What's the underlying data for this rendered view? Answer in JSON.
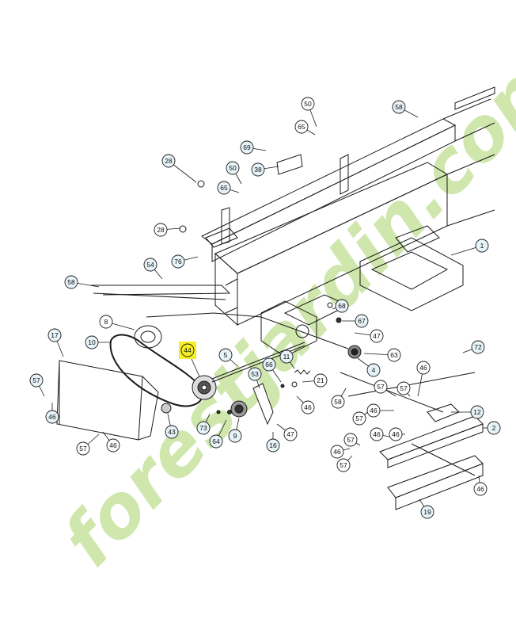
{
  "watermark": {
    "text": "forestjardin.com",
    "color_green": "#a8d26a",
    "color_orange": "#e9a545",
    "color_gray": "#d7d0c4"
  },
  "colors": {
    "line": "#1a1a1a",
    "plain_fill": "#ffffff",
    "highlight_fill": "#f7ef23",
    "blue_fill": "#e6f3f8",
    "teal_fill": "#dff0f0"
  },
  "parts": [
    {
      "label": "50",
      "style": "plain"
    },
    {
      "label": "58",
      "style": "blue"
    },
    {
      "label": "65",
      "style": "plain"
    },
    {
      "label": "69",
      "style": "blue"
    },
    {
      "label": "28",
      "style": "blue"
    },
    {
      "label": "50",
      "style": "blue"
    },
    {
      "label": "38",
      "style": "blue"
    },
    {
      "label": "65",
      "style": "blue"
    },
    {
      "label": "28",
      "style": "plain"
    },
    {
      "label": "1",
      "style": "blue"
    },
    {
      "label": "54",
      "style": "blue"
    },
    {
      "label": "76",
      "style": "blue"
    },
    {
      "label": "58",
      "style": "blue"
    },
    {
      "label": "68",
      "style": "blue"
    },
    {
      "label": "67",
      "style": "blue"
    },
    {
      "label": "47",
      "style": "plain"
    },
    {
      "label": "8",
      "style": "plain"
    },
    {
      "label": "17",
      "style": "blue"
    },
    {
      "label": "10",
      "style": "blue"
    },
    {
      "label": "44",
      "style": "highlight"
    },
    {
      "label": "5",
      "style": "blue"
    },
    {
      "label": "11",
      "style": "blue"
    },
    {
      "label": "72",
      "style": "blue"
    },
    {
      "label": "63",
      "style": "plain"
    },
    {
      "label": "66",
      "style": "blue"
    },
    {
      "label": "53",
      "style": "blue"
    },
    {
      "label": "4",
      "style": "blue"
    },
    {
      "label": "21",
      "style": "plain"
    },
    {
      "label": "46",
      "style": "plain"
    },
    {
      "label": "57",
      "style": "blue"
    },
    {
      "label": "57",
      "style": "plain"
    },
    {
      "label": "57",
      "style": "plain"
    },
    {
      "label": "46",
      "style": "blue"
    },
    {
      "label": "58",
      "style": "plain"
    },
    {
      "label": "46",
      "style": "plain"
    },
    {
      "label": "12",
      "style": "blue"
    },
    {
      "label": "73",
      "style": "blue"
    },
    {
      "label": "43",
      "style": "blue"
    },
    {
      "label": "64",
      "style": "blue"
    },
    {
      "label": "9",
      "style": "blue"
    },
    {
      "label": "47",
      "style": "plain"
    },
    {
      "label": "57",
      "style": "plain"
    },
    {
      "label": "46",
      "style": "plain"
    },
    {
      "label": "57",
      "style": "plain"
    },
    {
      "label": "46",
      "style": "plain"
    },
    {
      "label": "16",
      "style": "blue"
    },
    {
      "label": "57",
      "style": "plain"
    },
    {
      "label": "46",
      "style": "plain"
    },
    {
      "label": "2",
      "style": "blue"
    },
    {
      "label": "46",
      "style": "plain"
    },
    {
      "label": "19",
      "style": "blue"
    },
    {
      "label": "57",
      "style": "plain"
    },
    {
      "label": "46",
      "style": "plain"
    },
    {
      "label": "46",
      "style": "plain"
    }
  ]
}
